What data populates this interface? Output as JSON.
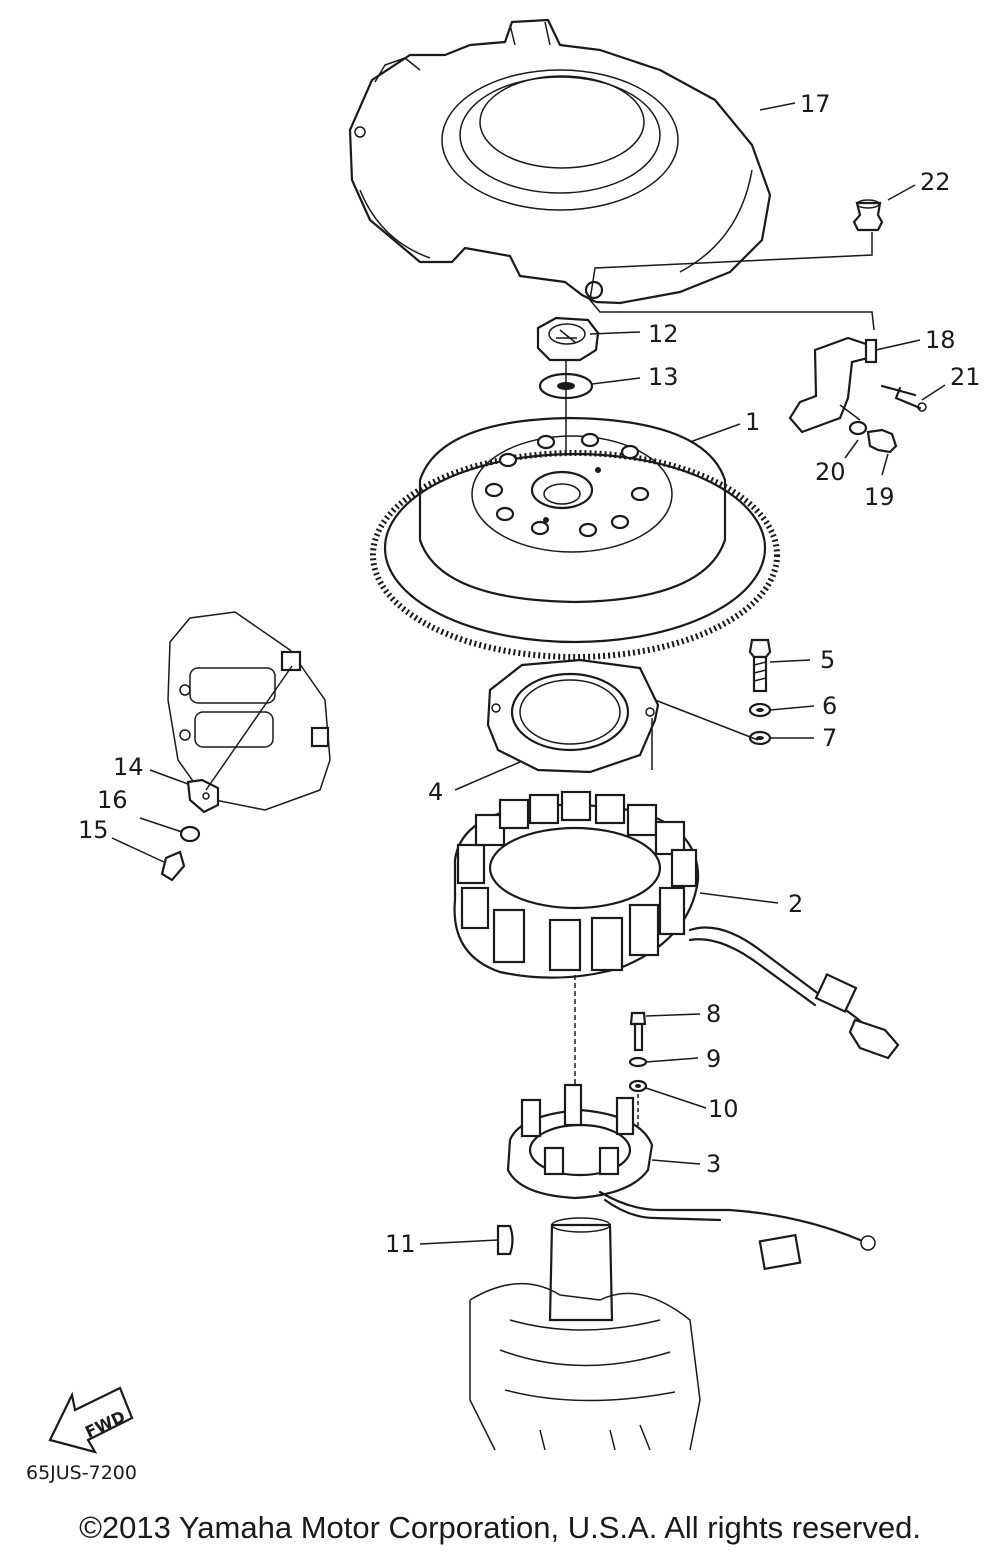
{
  "diagram_code": "65JUS-7200",
  "copyright": "©2013 Yamaha Motor Corporation, U.S.A. All rights reserved.",
  "direction_label": "FWD",
  "callouts": {
    "p1": "1",
    "p2": "2",
    "p3": "3",
    "p4": "4",
    "p5": "5",
    "p6": "6",
    "p7": "7",
    "p8": "8",
    "p9": "9",
    "p10": "10",
    "p11": "11",
    "p12": "12",
    "p13": "13",
    "p14": "14",
    "p15": "15",
    "p16": "16",
    "p17": "17",
    "p18": "18",
    "p19": "19",
    "p20": "20",
    "p21": "21",
    "p22": "22"
  }
}
